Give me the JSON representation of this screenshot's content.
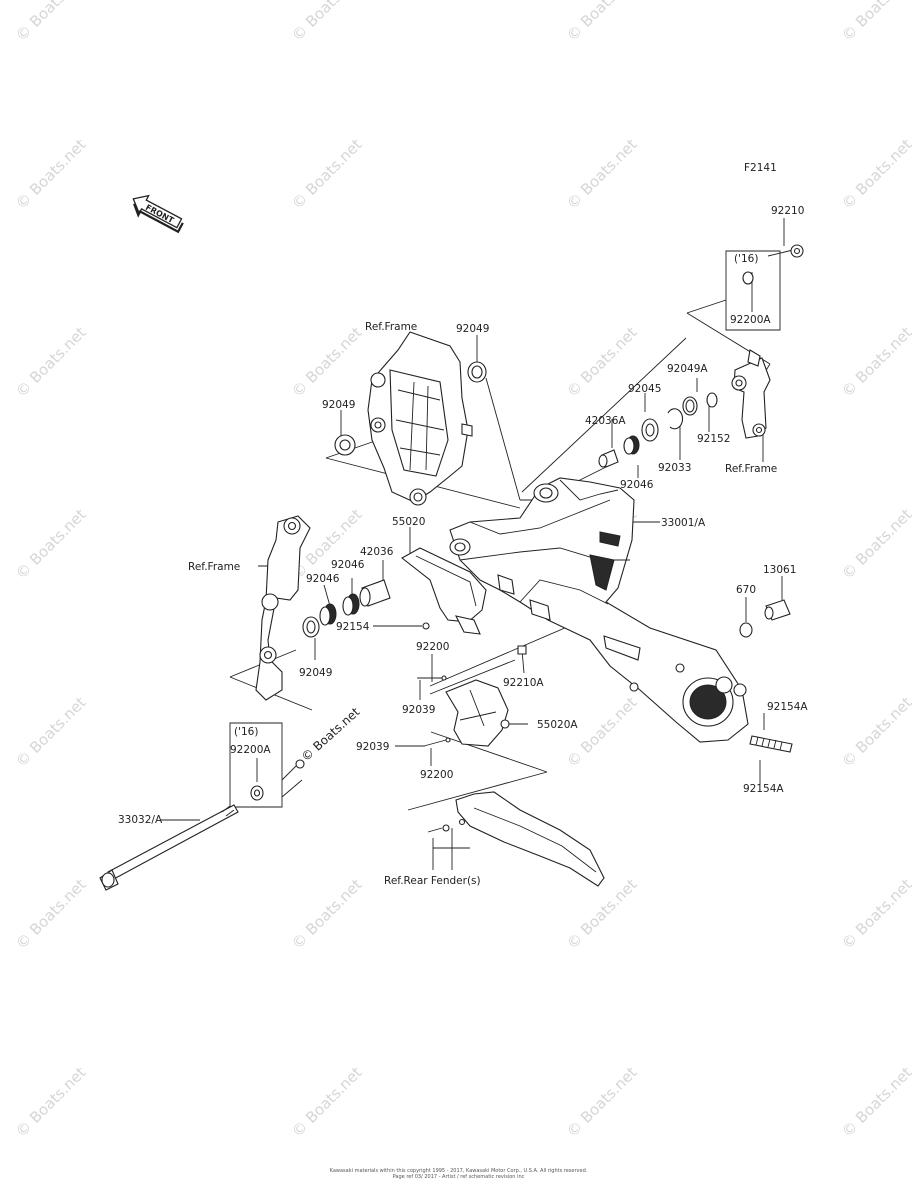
{
  "diagram_id": "F2141",
  "front_label": "FRONT",
  "watermark": "© Boats.net",
  "labels": {
    "p92210": "92210",
    "y16_top": "('16)",
    "p92200a_top": "92200A",
    "ref_frame_top": "Ref.Frame",
    "p92049_a": "92049",
    "p92049_b": "92049",
    "p92049a": "92049A",
    "p92045": "92045",
    "p42036a": "42036A",
    "p92152": "92152",
    "p92033": "92033",
    "ref_frame_right": "Ref.Frame",
    "p92046_r": "92046",
    "p55020": "55020",
    "p33001a": "33001/A",
    "p42036": "42036",
    "p92046_l": "92046",
    "ref_frame_left": "Ref.Frame",
    "p92046_l2": "92046",
    "p13061": "13061",
    "p670": "670",
    "p92154": "92154",
    "p92200_mid": "92200",
    "p92210a": "92210A",
    "p92049_c": "92049",
    "p92039_a": "92039",
    "p55020a": "55020A",
    "p92154a_a": "92154A",
    "y16_bottom": "('16)",
    "p92200a_bottom": "92200A",
    "p92039_b": "92039",
    "p92200_low": "92200",
    "p92154a_b": "92154A",
    "p33032a": "33032/A",
    "ref_rear_fender": "Ref.Rear Fender(s)"
  },
  "footer": {
    "line1": "Kawasaki materials within this copyright 1995 - 2017, Kawasaki Motor Corp., U.S.A. All rights reserved.",
    "line2": "Page ref 03/ 2017 - Artist / ref schematic revision inc"
  }
}
